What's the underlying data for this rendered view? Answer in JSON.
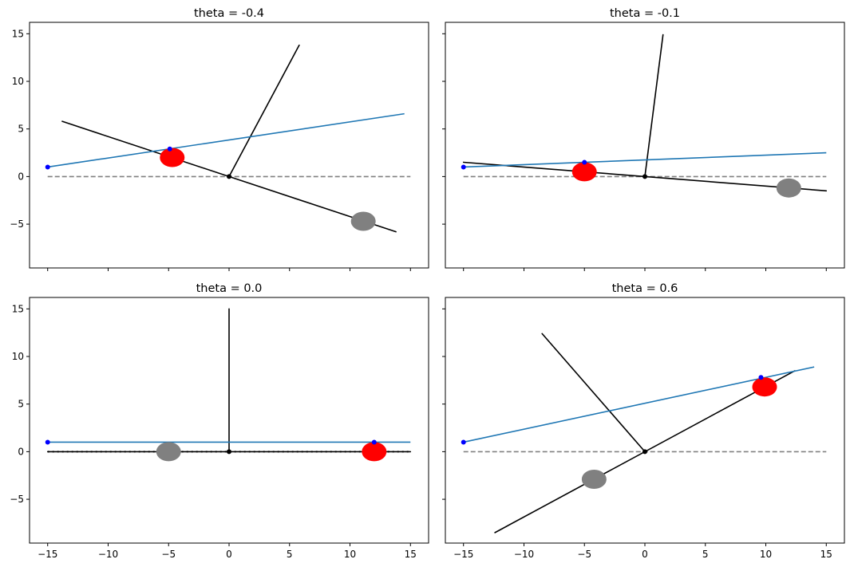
{
  "chart_data": [
    {
      "type": "line",
      "title": "theta = -0.4",
      "xlim": [
        -16.5,
        16.5
      ],
      "ylim": [
        -9.6,
        16.2
      ],
      "xticks": [
        -15,
        -10,
        -5,
        0,
        5,
        10,
        15
      ],
      "yticks": [
        -5,
        0,
        5,
        10,
        15
      ],
      "tick_labels_x": false,
      "tick_labels_y": true,
      "baseline": {
        "x": [
          -15,
          15
        ],
        "y": [
          0,
          0
        ],
        "style": "dashed",
        "color": "#808080"
      },
      "blue_line": {
        "x": [
          -15,
          14.5
        ],
        "y": [
          1,
          6.6
        ],
        "color": "#1f77b4"
      },
      "black_lines": [
        {
          "x": [
            -13.8,
            13.8
          ],
          "y": [
            5.8,
            -5.8
          ]
        },
        {
          "x": [
            0,
            5.8
          ],
          "y": [
            0,
            13.8
          ]
        }
      ],
      "points": [
        {
          "x": -15,
          "y": 1,
          "color": "#0000ff",
          "size": "small"
        },
        {
          "x": -4.9,
          "y": 2.9,
          "color": "#0000ff",
          "size": "small"
        },
        {
          "x": 0,
          "y": 0,
          "color": "#000000",
          "size": "small"
        }
      ],
      "balls": [
        {
          "x": -4.7,
          "y": 2.0,
          "color": "#ff0000"
        },
        {
          "x": 11.1,
          "y": -4.7,
          "color": "#808080"
        }
      ]
    },
    {
      "type": "line",
      "title": "theta = -0.1",
      "xlim": [
        -16.5,
        16.5
      ],
      "ylim": [
        -9.6,
        16.2
      ],
      "xticks": [
        -15,
        -10,
        -5,
        0,
        5,
        10,
        15
      ],
      "yticks": [
        -5,
        0,
        5,
        10,
        15
      ],
      "tick_labels_x": false,
      "tick_labels_y": false,
      "baseline": {
        "x": [
          -15,
          15
        ],
        "y": [
          0,
          0
        ],
        "style": "dashed",
        "color": "#808080"
      },
      "blue_line": {
        "x": [
          -15,
          15
        ],
        "y": [
          1,
          2.5
        ],
        "color": "#1f77b4"
      },
      "black_lines": [
        {
          "x": [
            -15,
            15
          ],
          "y": [
            1.5,
            -1.5
          ]
        },
        {
          "x": [
            0,
            1.5
          ],
          "y": [
            0,
            14.9
          ]
        }
      ],
      "points": [
        {
          "x": -15,
          "y": 1,
          "color": "#0000ff",
          "size": "small"
        },
        {
          "x": -5,
          "y": 1.5,
          "color": "#0000ff",
          "size": "small"
        },
        {
          "x": 0,
          "y": 0,
          "color": "#000000",
          "size": "small"
        }
      ],
      "balls": [
        {
          "x": -5,
          "y": 0.5,
          "color": "#ff0000"
        },
        {
          "x": 11.9,
          "y": -1.2,
          "color": "#808080"
        }
      ]
    },
    {
      "type": "line",
      "title": "theta =  0.0",
      "xlim": [
        -16.5,
        16.5
      ],
      "ylim": [
        -9.6,
        16.2
      ],
      "xticks": [
        -15,
        -10,
        -5,
        0,
        5,
        10,
        15
      ],
      "yticks": [
        -5,
        0,
        5,
        10,
        15
      ],
      "tick_labels_x": true,
      "tick_labels_y": true,
      "baseline": {
        "x": [
          -15,
          15
        ],
        "y": [
          0,
          0
        ],
        "style": "dotted",
        "color": "#000000"
      },
      "blue_line": {
        "x": [
          -15,
          15
        ],
        "y": [
          1,
          1
        ],
        "color": "#1f77b4"
      },
      "black_lines": [
        {
          "x": [
            -15,
            15
          ],
          "y": [
            0,
            0
          ]
        },
        {
          "x": [
            0,
            0
          ],
          "y": [
            0,
            15
          ]
        }
      ],
      "points": [
        {
          "x": -15,
          "y": 1,
          "color": "#0000ff",
          "size": "small"
        },
        {
          "x": 12,
          "y": 1,
          "color": "#0000ff",
          "size": "small"
        },
        {
          "x": 0,
          "y": 0,
          "color": "#000000",
          "size": "small"
        }
      ],
      "balls": [
        {
          "x": 12,
          "y": 0,
          "color": "#ff0000"
        },
        {
          "x": -5,
          "y": 0,
          "color": "#808080"
        }
      ]
    },
    {
      "type": "line",
      "title": "theta =  0.6",
      "xlim": [
        -16.5,
        16.5
      ],
      "ylim": [
        -9.6,
        16.2
      ],
      "xticks": [
        -15,
        -10,
        -5,
        0,
        5,
        10,
        15
      ],
      "yticks": [
        -5,
        0,
        5,
        10,
        15
      ],
      "tick_labels_x": true,
      "tick_labels_y": false,
      "baseline": {
        "x": [
          -15,
          15
        ],
        "y": [
          0,
          0
        ],
        "style": "dashed",
        "color": "#808080"
      },
      "blue_line": {
        "x": [
          -15,
          14
        ],
        "y": [
          1,
          8.9
        ],
        "color": "#1f77b4"
      },
      "black_lines": [
        {
          "x": [
            -12.4,
            12.4
          ],
          "y": [
            -8.5,
            8.5
          ]
        },
        {
          "x": [
            0,
            -8.5
          ],
          "y": [
            0,
            12.4
          ]
        }
      ],
      "points": [
        {
          "x": -15,
          "y": 1,
          "color": "#0000ff",
          "size": "small"
        },
        {
          "x": 9.6,
          "y": 7.8,
          "color": "#0000ff",
          "size": "small"
        },
        {
          "x": 0,
          "y": 0,
          "color": "#000000",
          "size": "small"
        }
      ],
      "balls": [
        {
          "x": 9.9,
          "y": 6.8,
          "color": "#ff0000"
        },
        {
          "x": -4.2,
          "y": -2.9,
          "color": "#808080"
        }
      ]
    }
  ]
}
